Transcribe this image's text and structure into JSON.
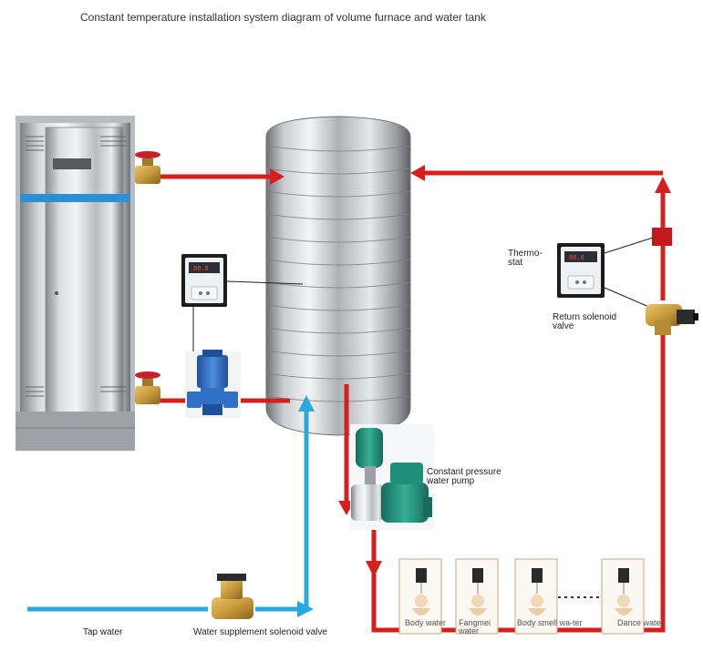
{
  "title": "Constant temperature installation system diagram of volume furnace and water tank",
  "labels": {
    "thermostat_line1": "Thermo-",
    "thermostat_line2": "stat",
    "return_valve_line1": "Return solenoid",
    "return_valve_line2": "valve",
    "pump_line1": "Constant pressure",
    "pump_line2": "water pump",
    "tap_water": "Tap water",
    "supply_valve": "Water supplement solenoid valve"
  },
  "outlets": [
    {
      "label": "Body water"
    },
    {
      "label": "Fangmei water"
    },
    {
      "label": "Body smell wa-ter"
    },
    {
      "label": "Dance water"
    }
  ],
  "colors": {
    "hot_pipe": "#d61f1f",
    "cold_pipe": "#2aa8e0",
    "steel_light": "#e4e6e8",
    "steel_dark": "#8f9398",
    "pump_blue": "#2f6fc4",
    "pump_green": "#1f8f7a",
    "brass": "#c79a3d",
    "valve_red": "#c8202a"
  }
}
